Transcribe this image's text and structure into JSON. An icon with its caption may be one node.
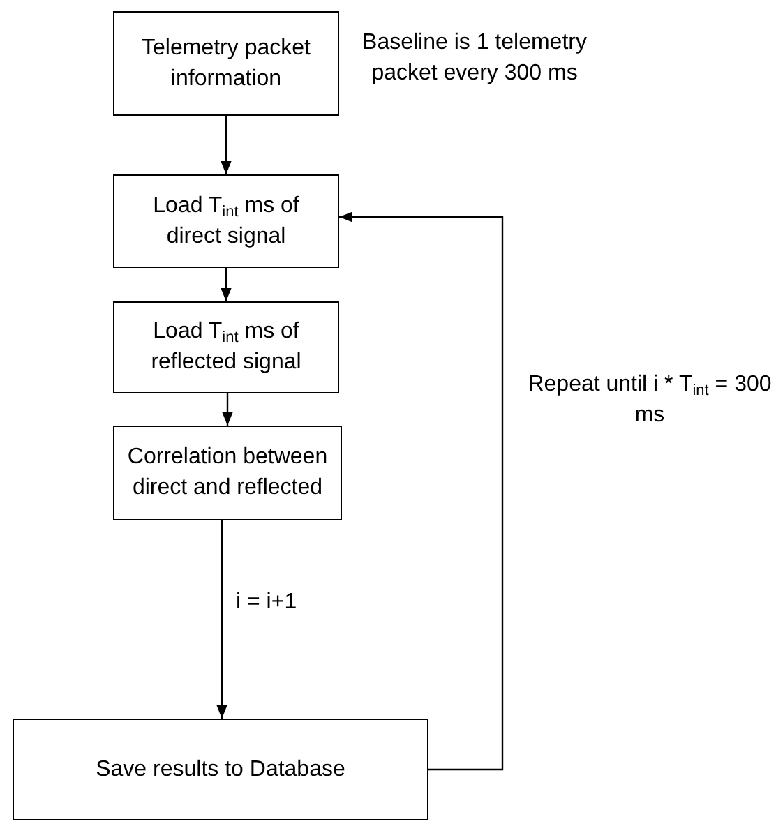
{
  "diagram": {
    "nodes": [
      {
        "text": [
          "Telemetry packet information"
        ]
      },
      {
        "text": [
          "Load T$_{int}$ ms of direct signal"
        ]
      },
      {
        "text": [
          "Load T$_{int}$ ms of reflected signal"
        ]
      },
      {
        "text": [
          "Correlation between direct and reflected"
        ]
      },
      {
        "text": [
          "Save results to Database"
        ]
      }
    ],
    "edges": [
      {
        "from": 0,
        "to": 1,
        "arrow": "to"
      },
      {
        "from": 1,
        "to": 2,
        "arrow": "to"
      },
      {
        "from": 2,
        "to": 3,
        "arrow": "to"
      },
      {
        "from": 3,
        "to": 4,
        "arrow": "to",
        "label": "i = i+1"
      },
      {
        "from": 4,
        "to": 1,
        "arrow": "to"
      }
    ],
    "labels": [
      "Baseline is 1 telemetry packet every 300 ms",
      "Repeat until i * T$_{int}$ = 300 ms"
    ]
  }
}
